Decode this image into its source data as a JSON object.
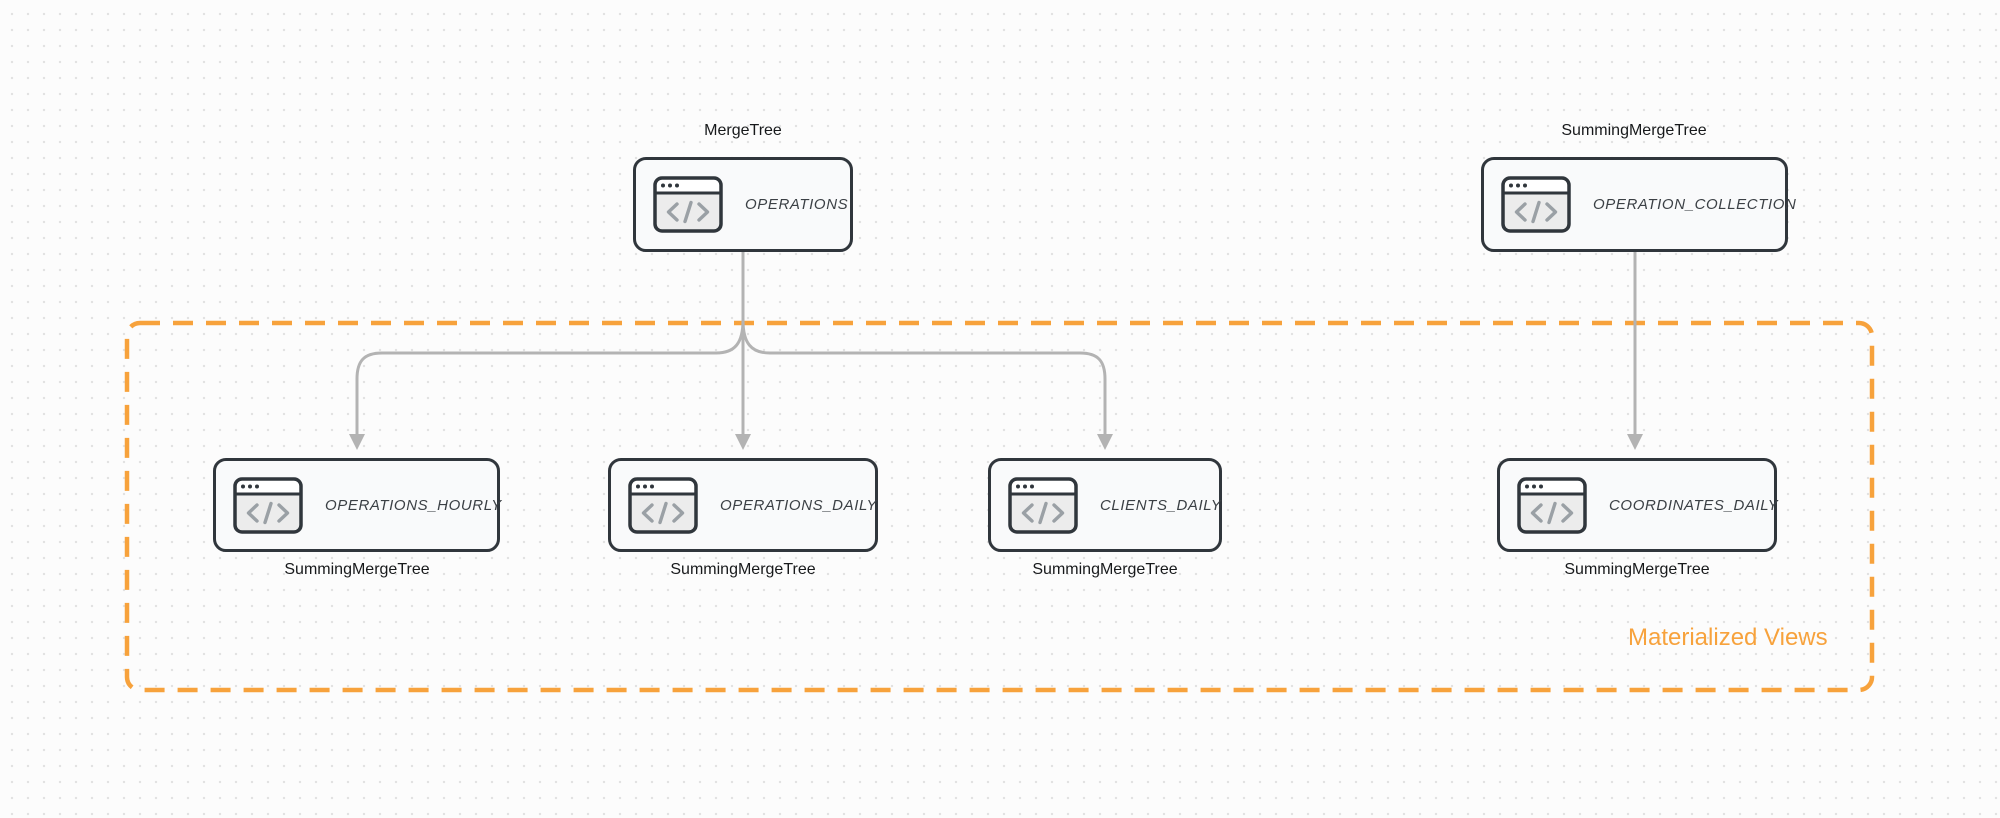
{
  "diagram": {
    "group": {
      "label": "Materialized Views",
      "accent_color": "#f7a23c"
    },
    "edge_color": "#b3b3b3",
    "node_border_color": "#30363c",
    "icon_name": "code-window-icon",
    "nodes": {
      "operations": {
        "label": "OPERATIONS",
        "engine": "MergeTree"
      },
      "operation_collection": {
        "label": "OPERATION_COLLECTION",
        "engine": "SummingMergeTree"
      },
      "operations_hourly": {
        "label": "OPERATIONS_HOURLY",
        "engine": "SummingMergeTree"
      },
      "operations_daily": {
        "label": "OPERATIONS_DAILY",
        "engine": "SummingMergeTree"
      },
      "clients_daily": {
        "label": "CLIENTS_DAILY",
        "engine": "SummingMergeTree"
      },
      "coordinates_daily": {
        "label": "COORDINATES_DAILY",
        "engine": "SummingMergeTree"
      }
    }
  }
}
